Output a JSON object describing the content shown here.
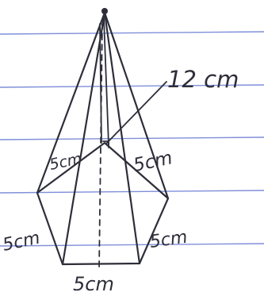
{
  "figure": {
    "labels": {
      "height": "12 cm",
      "slant_left": "5cm",
      "slant_right": "5cm",
      "side_left": "5cm",
      "side_right": "5cm",
      "side_bottom": "5cm"
    },
    "colors": {
      "ink": "#2e2e3a",
      "ruled_lines": "#7f8fd9",
      "paper": "#ffffff"
    }
  }
}
